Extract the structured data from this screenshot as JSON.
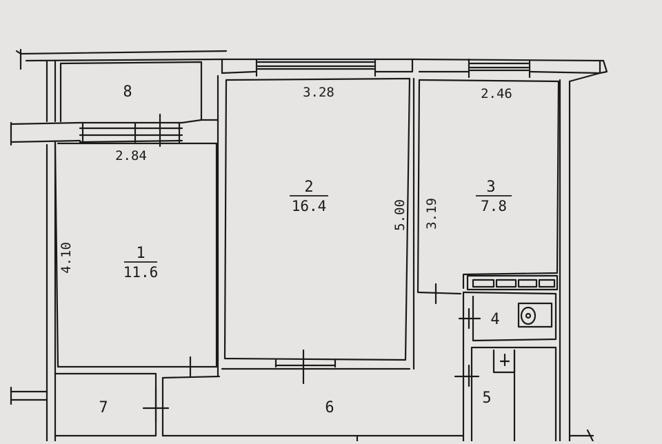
{
  "floor_plan": {
    "rooms": [
      {
        "id": "1",
        "area": "11.6"
      },
      {
        "id": "2",
        "area": "16.4"
      },
      {
        "id": "3",
        "area": "7.8"
      },
      {
        "id": "4"
      },
      {
        "id": "5"
      },
      {
        "id": "6"
      },
      {
        "id": "7"
      },
      {
        "id": "8"
      }
    ],
    "dimensions": {
      "room1_width": "2.84",
      "room1_length": "4.10",
      "room2_width": "3.28",
      "room2_length": "5.00",
      "room3_width": "2.46",
      "room3_length": "3.19"
    },
    "colors": {
      "paper": "#e6e5e3",
      "ink": "#1a1a1a"
    }
  }
}
